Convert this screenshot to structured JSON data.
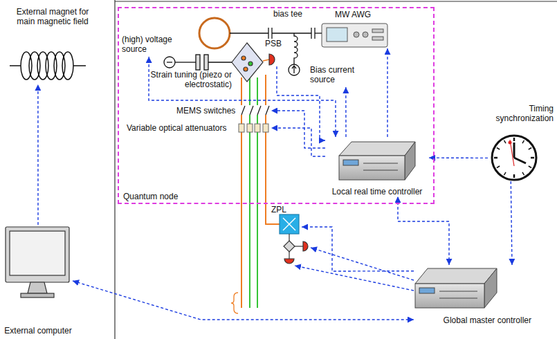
{
  "diagram": {
    "nodes": [
      {
        "text": [
          "Quantum node"
        ]
      },
      {
        "text": [
          "MW AWG"
        ],
        "in": 0
      },
      {
        "text": [
          "Local real time controller"
        ],
        "in": 0
      },
      {
        "text": [
          "(high) voltage source"
        ],
        "in": 0
      },
      {
        "text": [
          "PSB"
        ],
        "in": 0
      },
      {
        "text": [
          "Bias current source"
        ],
        "in": 0
      },
      {
        "text": [
          "MEMS switches"
        ],
        "in": 0
      },
      {
        "text": [
          "Variable optical attenuators"
        ],
        "in": 0
      },
      {
        "text": [
          "External magnet for main magnetic field"
        ]
      },
      {
        "text": [
          "Timing synchronization"
        ]
      },
      {
        "text": [
          "ZPL"
        ]
      },
      {
        "text": [
          "External computer"
        ]
      },
      {
        "text": [
          "Global master controller"
        ]
      }
    ],
    "edges": [
      {
        "from": 2,
        "to": 1,
        "arrow": "to"
      },
      {
        "from": 2,
        "to": 5,
        "arrow": "to"
      },
      {
        "from": 4,
        "to": 2,
        "arrow": "to"
      },
      {
        "from": 2,
        "to": 3,
        "arrow": "both"
      },
      {
        "from": 2,
        "to": 6,
        "arrow": "to"
      },
      {
        "from": 2,
        "to": 7,
        "arrow": "to"
      },
      {
        "from": 9,
        "to": 2,
        "arrow": "to"
      },
      {
        "from": 9,
        "to": 12,
        "arrow": "to"
      },
      {
        "from": 12,
        "to": 2,
        "arrow": "both"
      },
      {
        "from": 12,
        "to": 10,
        "arrow": "to"
      },
      {
        "from": 11,
        "to": 8,
        "arrow": "to"
      },
      {
        "from": 11,
        "to": 12,
        "arrow": "both"
      }
    ],
    "labels": [
      "bias tee",
      "Strain tuning (piezo or electrostatic)"
    ]
  }
}
